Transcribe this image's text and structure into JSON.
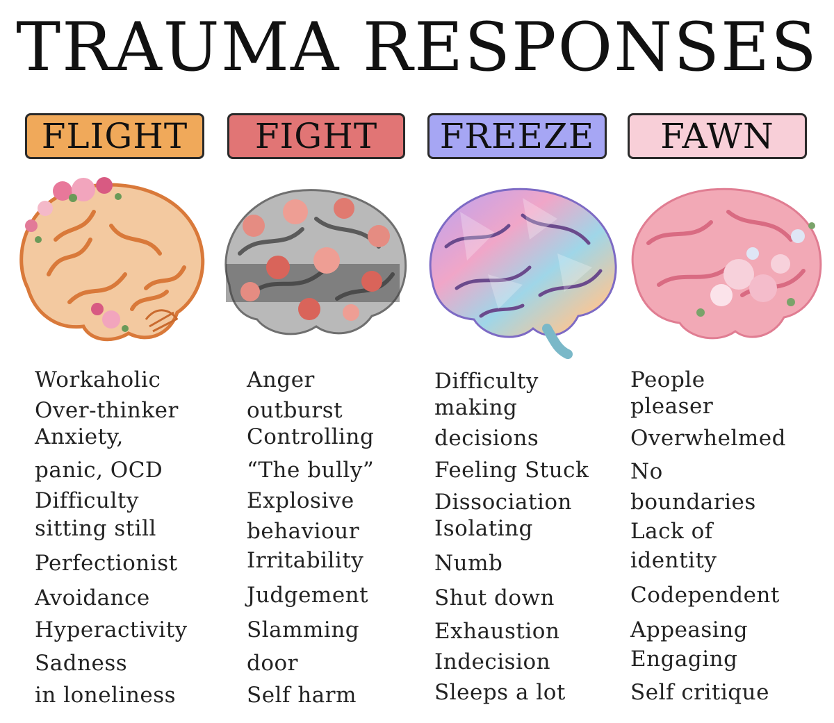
{
  "title": "TRAUMA RESPONSES",
  "colors": {
    "flight": "#f0a95a",
    "fight": "#e17575",
    "freeze": "#a6a6f4",
    "fawn": "#f8cfd8"
  },
  "responses": [
    {
      "label": "FLIGHT",
      "illustration": "brain-with-flowers-icon",
      "items": [
        "Workaholic",
        "Over-thinker",
        "Anxiety,",
        "panic, OCD",
        "Difficulty",
        "sitting still",
        "Perfectionist",
        "Avoidance",
        "Hyperactivity",
        "Sadness",
        "in loneliness"
      ]
    },
    {
      "label": "FIGHT",
      "illustration": "brain-with-roses-icon",
      "items": [
        "Anger",
        "outburst",
        "Controlling",
        "“The bully”",
        "Explosive",
        "behaviour",
        "Irritability",
        "Judgement",
        "Slamming",
        "door",
        "Self harm"
      ]
    },
    {
      "label": "FREEZE",
      "illustration": "brain-low-poly-icon",
      "items": [
        "Difficulty",
        "making",
        "decisions",
        "Feeling Stuck",
        "Dissociation",
        "Isolating",
        "Numb",
        "Shut down",
        "Exhaustion",
        "Indecision",
        "Sleeps a lot"
      ]
    },
    {
      "label": "FAWN",
      "illustration": "brain-pink-floral-icon",
      "items": [
        "People",
        "pleaser",
        "Overwhelmed",
        "No",
        "boundaries",
        "Lack of",
        "identity",
        "Codependent",
        "Appeasing",
        "Engaging",
        "Self critique"
      ]
    }
  ]
}
